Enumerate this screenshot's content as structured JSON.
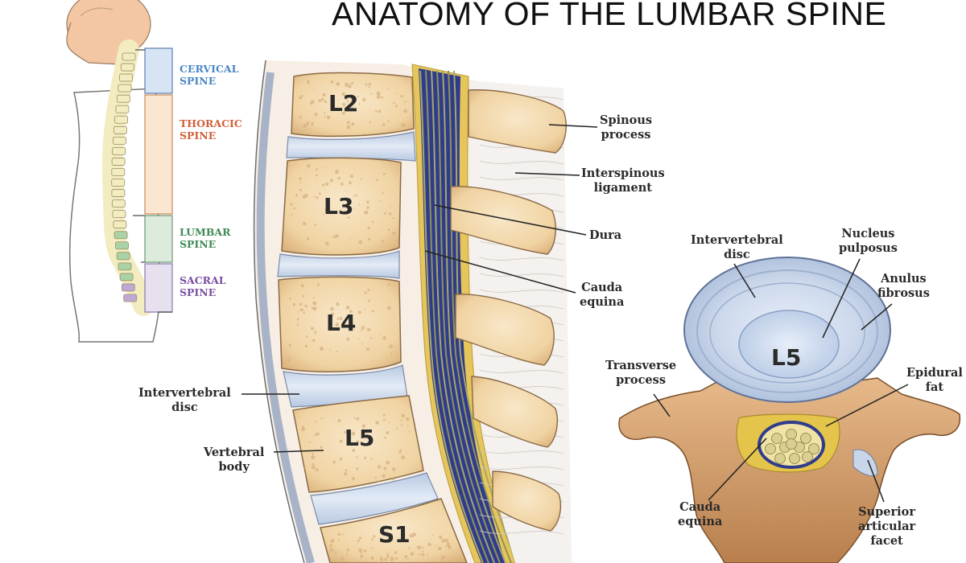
{
  "title": "ANATOMY OF THE LUMBAR SPINE",
  "regions": [
    {
      "line1": "CERVICAL",
      "line2": "SPINE",
      "color": "#4a86c5"
    },
    {
      "line1": "THORACIC",
      "line2": "SPINE",
      "color": "#d2603a"
    },
    {
      "line1": "LUMBAR",
      "line2": "SPINE",
      "color": "#3f8a56"
    },
    {
      "line1": "SACRAL",
      "line2": "SPINE",
      "color": "#7a4fa0"
    }
  ],
  "vertebrae": {
    "l2": "L2",
    "l3": "L3",
    "l4": "L4",
    "l5": "L5",
    "s1": "S1",
    "axial": "L5"
  },
  "labels": {
    "spinous_process": [
      "Spinous",
      "process"
    ],
    "interspinous_ligament": [
      "Interspinous",
      "ligament"
    ],
    "dura": [
      "Dura"
    ],
    "cauda_equina_side": [
      "Cauda",
      "equina"
    ],
    "intervertebral_disc_side": [
      "Intervertebral",
      "disc"
    ],
    "vertebral_body": [
      "Vertebral",
      "body"
    ],
    "intervertebral_disc_axial": [
      "Intervertebral",
      "disc"
    ],
    "nucleus_pulposus": [
      "Nucleus",
      "pulposus"
    ],
    "anulus_fibrosus": [
      "Anulus",
      "fibrosus"
    ],
    "transverse_process": [
      "Transverse",
      "process"
    ],
    "epidural_fat": [
      "Epidural",
      "fat"
    ],
    "cauda_equina_axial": [
      "Cauda",
      "equina"
    ],
    "superior_articular_facet": [
      "Superior",
      "articular",
      "facet"
    ]
  },
  "colors": {
    "bone": "#f2d9ae",
    "bone_dark": "#c99a63",
    "disc": "#c9d6ea",
    "nerve": "#2f3c8c",
    "fat": "#e5c44c",
    "skin": "#f3c7a3"
  }
}
